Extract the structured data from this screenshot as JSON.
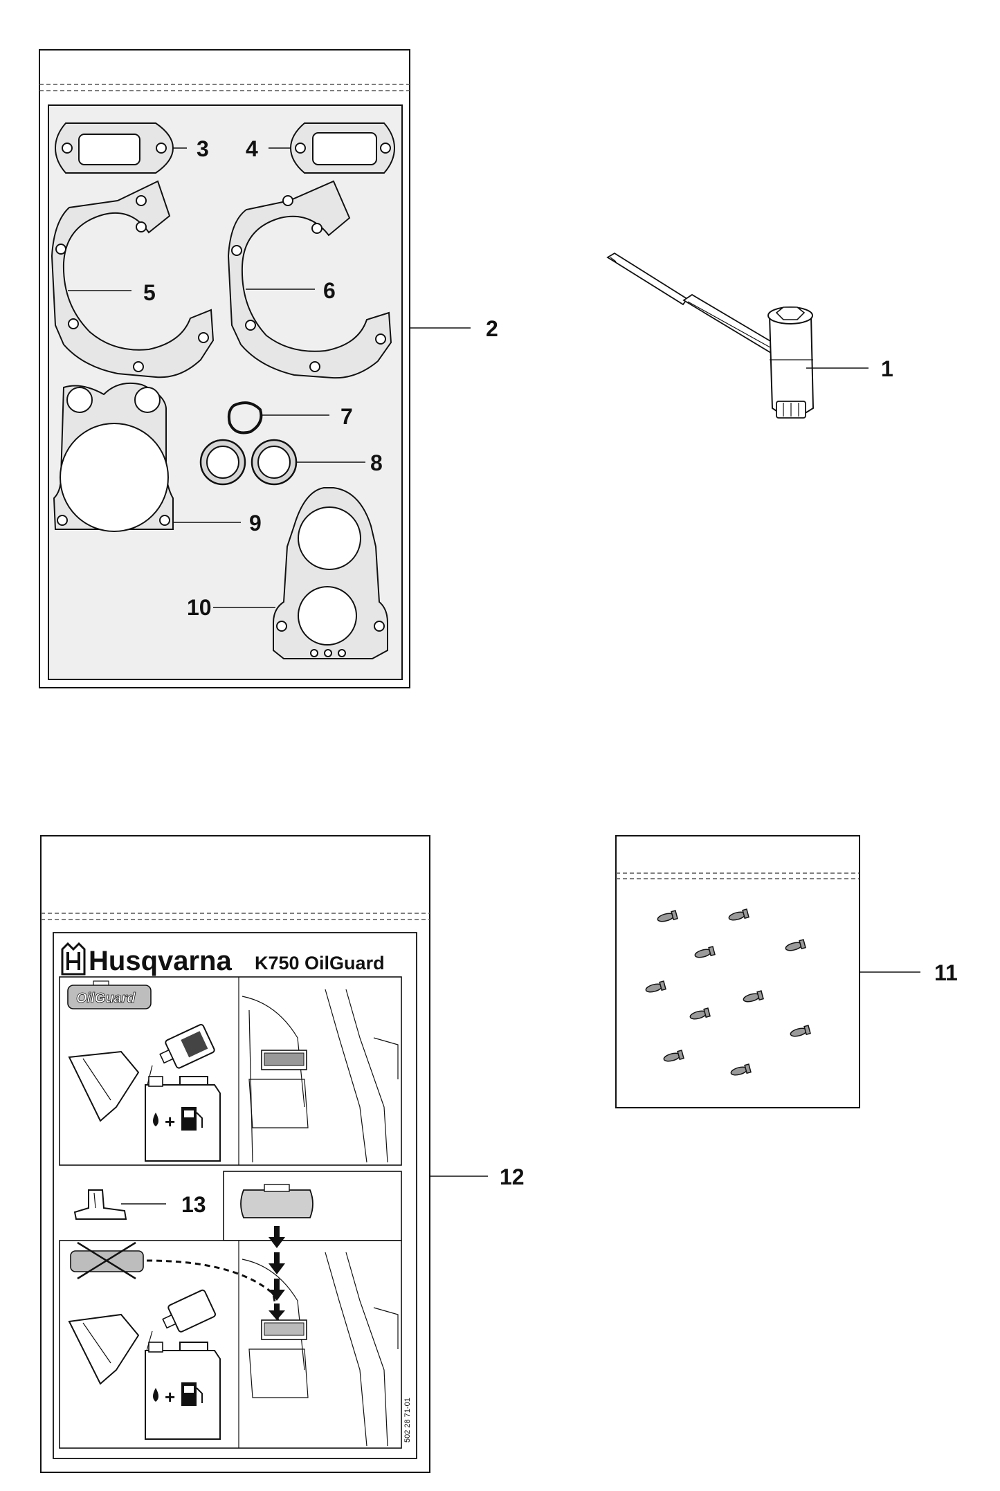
{
  "callouts": {
    "c1": "1",
    "c2": "2",
    "c3": "3",
    "c4": "4",
    "c5": "5",
    "c6": "6",
    "c7": "7",
    "c8": "8",
    "c9": "9",
    "c10": "10",
    "c11": "11",
    "c12": "12",
    "c13": "13"
  },
  "label_sheet": {
    "brand": "Husqvarna",
    "model": "K750 OilGuard",
    "badge": "OilGuard",
    "part_number": "502 28 71-01"
  },
  "icons": {
    "brand_logo": "husqvarna-crown-logo",
    "fuel": "fuel-pump-icon",
    "oil": "oil-drop-icon",
    "arrow": "down-arrow-icon"
  },
  "colors": {
    "line": "#111111",
    "gasket_fill": "#e6e6e6",
    "bag_fill": "#ffffff"
  }
}
